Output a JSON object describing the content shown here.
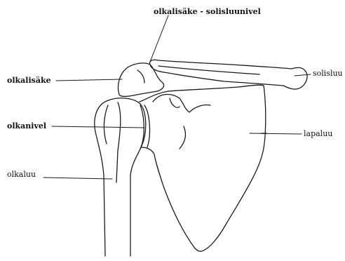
{
  "diagram": {
    "labels": {
      "ac_joint": "olkalisäke - solisluunivel",
      "acromion": "olkalisäke",
      "clavicle": "solisluu",
      "glenohumeral_joint": "olkanivel",
      "scapula": "lapaluu",
      "humerus": "olkaluu"
    },
    "colors": {
      "line": "#1a1a1a",
      "background": "#ffffff"
    }
  }
}
